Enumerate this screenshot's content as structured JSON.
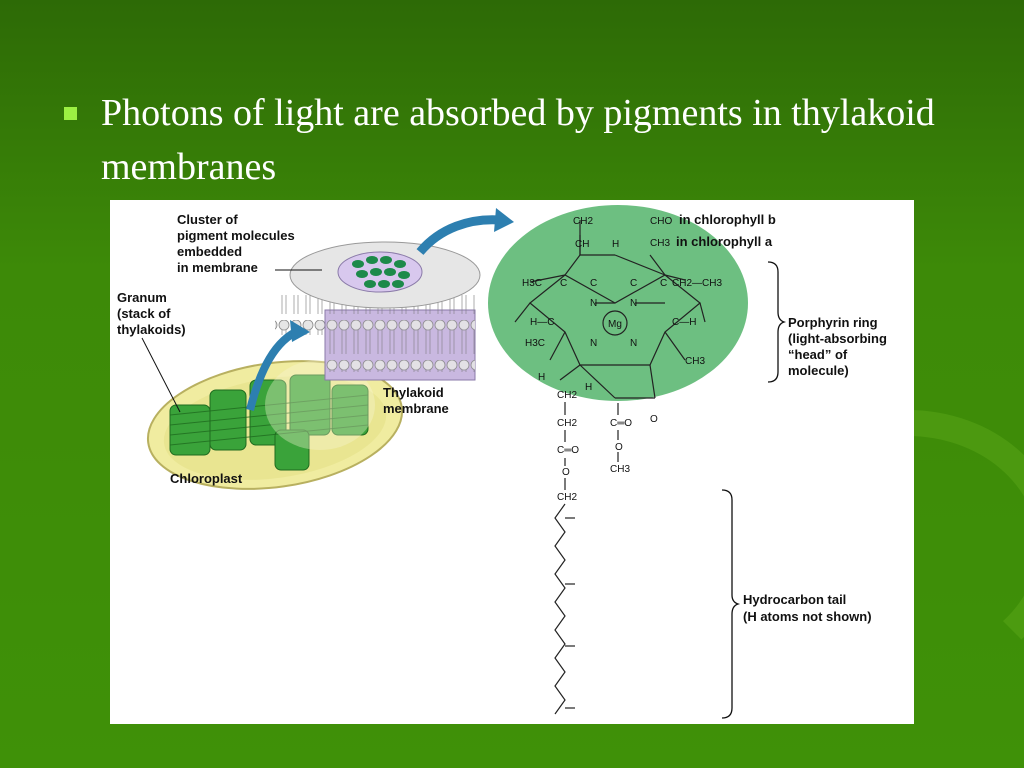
{
  "slide": {
    "bullet_text": "Photons of light are absorbed by pigments in thylakoid membranes"
  },
  "colors": {
    "background": "#3d8a08",
    "bullet": "#9cf043",
    "chlorophyll_head": "#6dbf81",
    "arrow": "#2d7fb0"
  },
  "figure": {
    "cluster_label": [
      "Cluster of",
      "pigment molecules",
      "embedded",
      "in membrane"
    ],
    "granum_label": [
      "Granum",
      "(stack of",
      "thylakoids)"
    ],
    "thylakoid_label": [
      "Thylakoid",
      "membrane"
    ],
    "chloroplast_label": "Chloroplast",
    "chlorophyll_b_label": "in chlorophyll b",
    "chlorophyll_a_label": "in chlorophyll a",
    "chlorophyll_b_group": "CHO",
    "chlorophyll_a_group": "CH3",
    "porphyrin_label": [
      "Porphyrin ring",
      "(light-absorbing",
      "“head” of",
      "molecule)"
    ],
    "tail_label": [
      "Hydrocarbon tail",
      "(H atoms not shown)"
    ],
    "mg_label": "Mg",
    "atoms": {
      "ch2": "CH2",
      "ch": "CH",
      "h": "H",
      "h3c": "H3C",
      "n": "N",
      "c": "C",
      "o": "O",
      "ch3": "CH3",
      "ch2_ch3": "CH2—CH3",
      "c_o": "C═O",
      "h_c": "H—C",
      "c_h": "C—H"
    }
  }
}
